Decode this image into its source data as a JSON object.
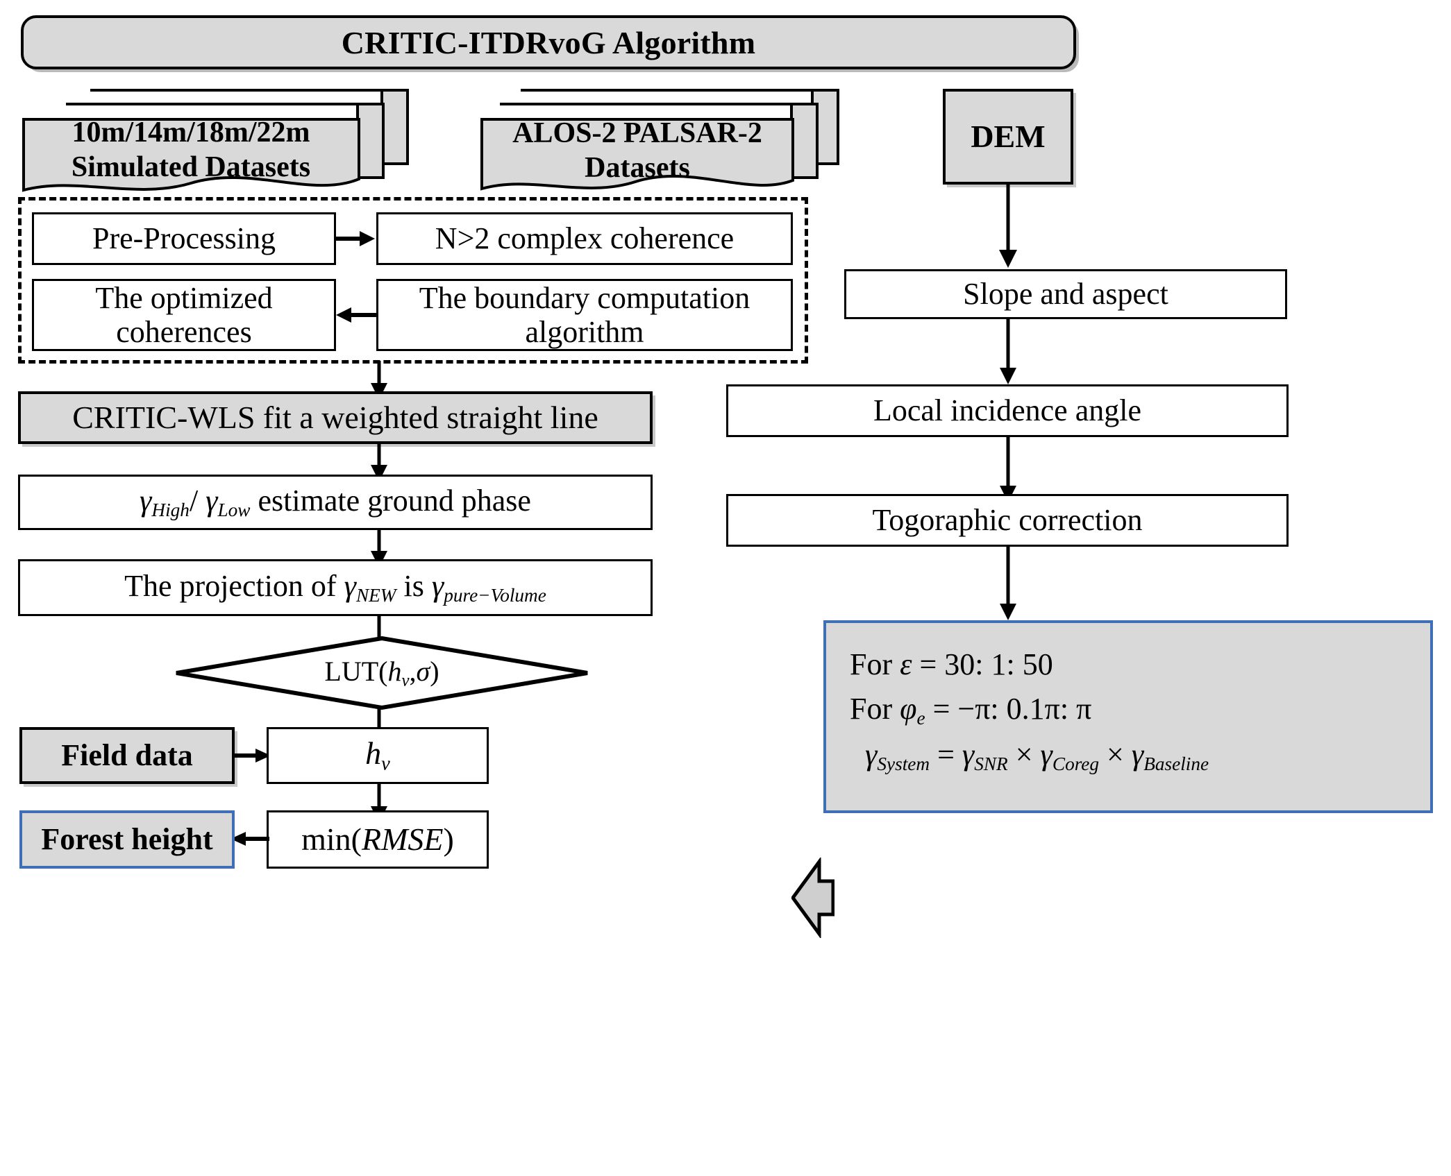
{
  "title_banner": {
    "label": "CRITIC-ITDRvoG Algorithm"
  },
  "inputs": {
    "simulated_datasets": {
      "line1": "10m/14m/18m/22m",
      "line2": "Simulated Datasets"
    },
    "alos_datasets": {
      "line1": "ALOS-2 PALSAR-2",
      "line2": "Datasets"
    },
    "dem": {
      "label": "DEM"
    }
  },
  "dashed_group": {
    "pre_processing": {
      "label": "Pre-Processing"
    },
    "complex_coherence": {
      "label": "N>2 complex coherence"
    },
    "optimized_coherences": {
      "line1": "The optimized",
      "line2": "coherences"
    },
    "boundary_algorithm": {
      "line1": "The boundary computation",
      "line2": "algorithm"
    }
  },
  "left_chain": {
    "critic_wls": {
      "label": "CRITIC-WLS fit a weighted straight line"
    },
    "ground_phase": {
      "gamma1": "γ",
      "sub1": "High",
      "slash": "/",
      "gamma2": "γ",
      "sub2": "Low",
      "tail": "estimate ground phase"
    },
    "projection": {
      "head": "The projection of",
      "gamma_new": "γ",
      "sub_new": "NEW",
      "mid": "is",
      "gamma_pv": "γ",
      "sub_pv": "pure−Volume"
    },
    "lut": {
      "prefix": "LUT(",
      "h": "h",
      "hsub": "v",
      "comma": ",",
      "sigma": "σ",
      "suffix": ")"
    },
    "field_data": {
      "label": "Field data"
    },
    "hv": {
      "h": "h",
      "sub": "v"
    },
    "min_rmse": {
      "prefix": "min(",
      "body": "RMSE",
      "suffix": ")"
    },
    "forest_height": {
      "label": "Forest height"
    }
  },
  "right_chain": {
    "slope_aspect": {
      "label": "Slope and aspect"
    },
    "local_incidence": {
      "label": "Local incidence angle"
    },
    "topographic_correction": {
      "label": "Togoraphic correction"
    }
  },
  "loop_panel": {
    "line1": {
      "for": "For",
      "var": "ε",
      "eq": "=",
      "range": "30: 1: 50"
    },
    "line2": {
      "for": "For",
      "var": "φ",
      "sub": "e",
      "eq": "=",
      "range": "−π: 0.1π: π"
    },
    "line3": {
      "lhs_g": "γ",
      "lhs_sub": "System",
      "eq": "=",
      "g1": "γ",
      "g1sub": "SNR",
      "times1": "×",
      "g2": "γ",
      "g2sub": "Coreg",
      "times2": "×",
      "g3": "γ",
      "g3sub": "Baseline"
    }
  },
  "colors": {
    "fill_gray": "#d9d9d9",
    "stroke_black": "#000000",
    "accent_blue": "#3f6fb5",
    "shadow_gray": "#c9c9c9",
    "white": "#ffffff"
  }
}
